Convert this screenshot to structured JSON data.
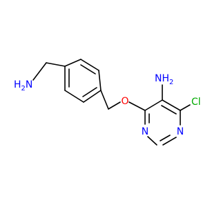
{
  "molecule": {
    "atoms": {
      "amine_left": "H2N",
      "amine_left_main": "H",
      "amine_left_sub": "2",
      "amine_left_n": "N",
      "amine_right_main": "NH",
      "amine_right_sub": "2",
      "oxygen": "O",
      "chlorine": "Cl",
      "ring_n_left": "N",
      "ring_n_right": "N"
    },
    "colors": {
      "bond": "#000000",
      "nitrogen": "#0000ff",
      "oxygen": "#ff0000",
      "chlorine": "#00aa00"
    }
  }
}
